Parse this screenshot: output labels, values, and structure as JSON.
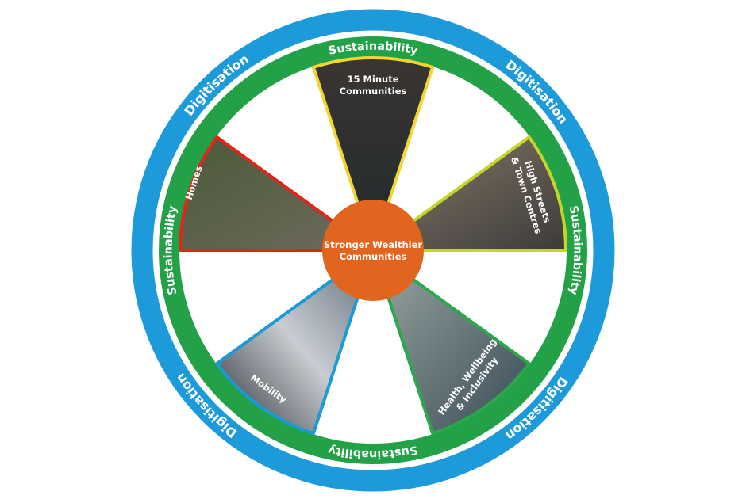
{
  "center": {
    "line1": "Stronger Wealthier",
    "line2": "Communities"
  },
  "outer_ring": {
    "label": "Digitisation",
    "labels": [
      "Digitisation",
      "Digitisation",
      "Digitisation",
      "Digitisation"
    ]
  },
  "inner_ring": {
    "label": "Sustainability",
    "labels": [
      "Sustainability",
      "Sustainability",
      "Sustainability",
      "Sustainability"
    ]
  },
  "segments": [
    {
      "lines": [
        "15 Minute",
        "Communities"
      ]
    },
    {
      "lines": [
        "High Streets",
        "& Town Centres"
      ]
    },
    {
      "lines": [
        "Health, Wellbeing",
        "& Inclusivity"
      ]
    },
    {
      "lines": [
        "Mobility"
      ]
    },
    {
      "lines": [
        "Homes"
      ]
    }
  ],
  "colors": {
    "outer_ring": "#1c9ad9",
    "inner_ring": "#22a147",
    "center": "#e2651f",
    "segment_borders": [
      "#f2d530",
      "#c4d52a",
      "#2aa84a",
      "#1a9ad6",
      "#e3241b"
    ]
  }
}
